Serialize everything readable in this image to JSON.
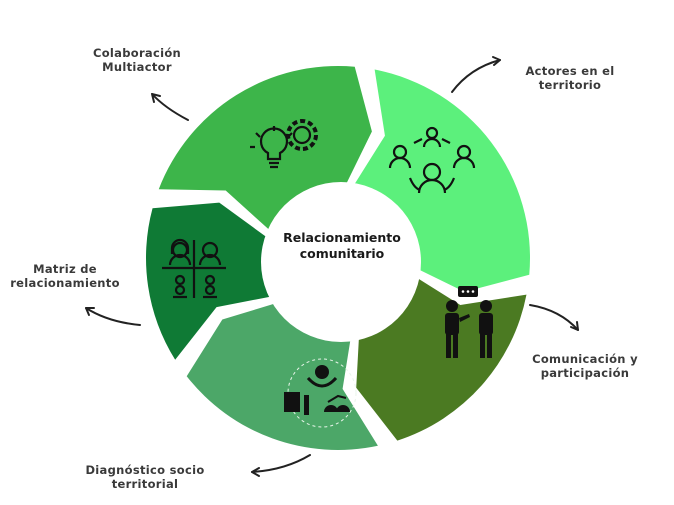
{
  "center_title": [
    "Relacionamiento",
    "comunitario"
  ],
  "segments": [
    {
      "id": "colaboracion",
      "label": [
        "Colaboración",
        "Multiactor"
      ],
      "color": "#3db54a",
      "icon": "lightbulb-gear-icon"
    },
    {
      "id": "actores",
      "label": [
        "Actores en el",
        "territorio"
      ],
      "color": "#5cf07c",
      "icon": "people-network-icon"
    },
    {
      "id": "comunicacion",
      "label": [
        "Comunicación y",
        "participación"
      ],
      "color": "#4b7a22",
      "icon": "people-talking-icon"
    },
    {
      "id": "diagnostico",
      "label": [
        "Diagnóstico socio",
        "territorial"
      ],
      "color": "#4ca768",
      "icon": "community-diagnosis-icon"
    },
    {
      "id": "matriz",
      "label": [
        "Matriz de",
        "relacionamiento"
      ],
      "color": "#0f7a35",
      "icon": "people-matrix-icon"
    }
  ]
}
